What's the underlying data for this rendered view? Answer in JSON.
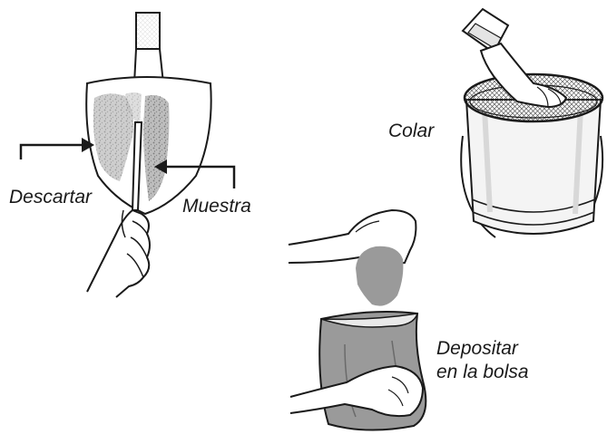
{
  "labels": {
    "descartar": "Descartar",
    "muestra": "Muestra",
    "colar": "Colar",
    "depositar_line1": "Depositar",
    "depositar_line2": "en la bolsa"
  },
  "colors": {
    "line": "#1a1a1a",
    "soil": "#9a9a9a",
    "bucket": "#f4f4f4",
    "background": "#ffffff"
  },
  "icons": [
    "shovel-icon",
    "knife-icon",
    "hand-icon",
    "bucket-icon",
    "sieve-icon",
    "bag-icon",
    "arrow-icon"
  ]
}
